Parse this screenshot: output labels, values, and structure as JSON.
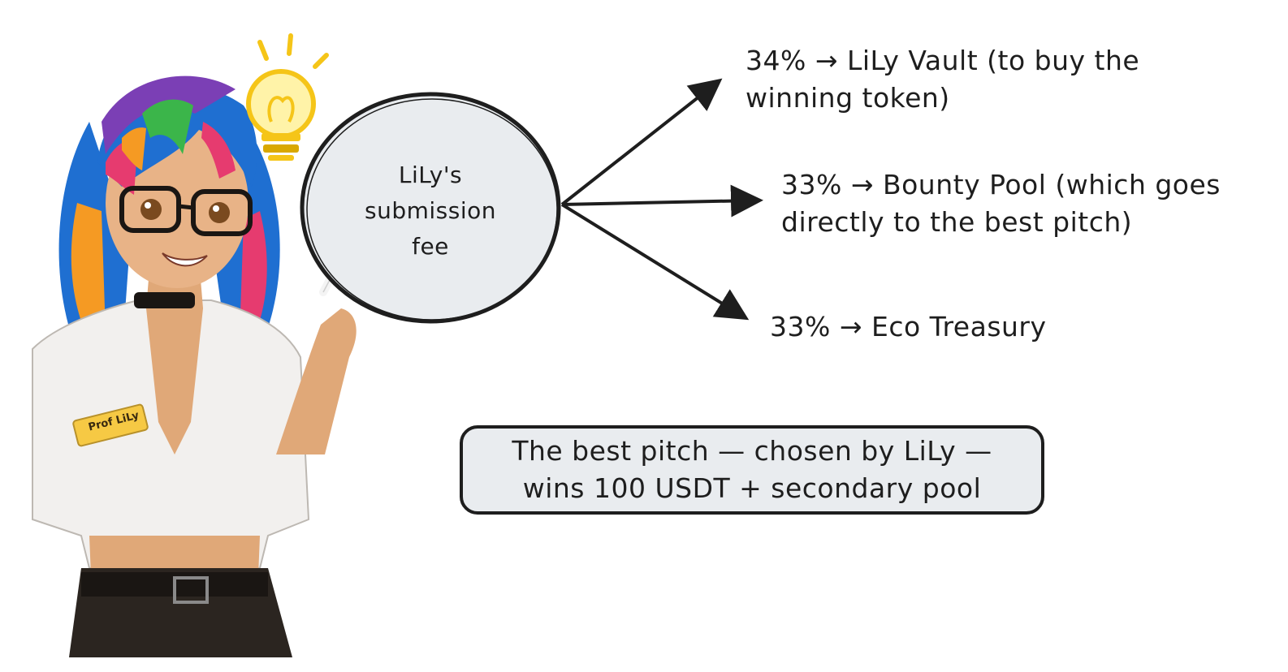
{
  "center_node": {
    "lines": [
      "LiLy's",
      "submission",
      "fee"
    ]
  },
  "branches": [
    {
      "text": "34% → LiLy Vault (to buy the winning token)"
    },
    {
      "text": "33% → Bounty Pool (which goes directly to the best pitch)"
    },
    {
      "text": "33% → Eco Treasury"
    }
  ],
  "callout": {
    "text": "The best pitch — chosen by LiLy — wins 100 USDT + secondary pool"
  },
  "character": {
    "name_badge": "Prof LiLy"
  },
  "icons": [
    "lightbulb-icon",
    "chalk-icon"
  ],
  "colors": {
    "stroke": "#1e1e1e",
    "node_fill": "#e9ecef",
    "bulb": "#f5c518",
    "hair": [
      "#7b3fb5",
      "#1f6fd1",
      "#e63b6f",
      "#f59a23",
      "#3bb54a"
    ],
    "skin": "#e0a878",
    "badge": "#f6c944"
  }
}
